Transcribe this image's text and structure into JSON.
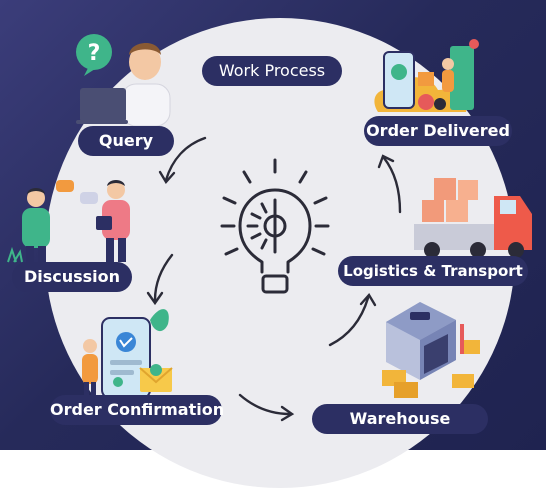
{
  "title": "Work Process",
  "steps": {
    "query": "Query",
    "discussion": "Discussion",
    "order_confirmation": "Order Confirmation",
    "warehouse": "Warehouse",
    "logistics_transport": "Logistics & Transport",
    "order_delivered": "Order Delivered"
  },
  "query_bubble_symbol": "?",
  "colors": {
    "background": "#262a5a",
    "circle": "#ececf0",
    "label_bg": "#2c2f63",
    "label_text": "#ffffff",
    "accent_orange": "#f29a3f",
    "accent_green": "#3fb58a"
  }
}
